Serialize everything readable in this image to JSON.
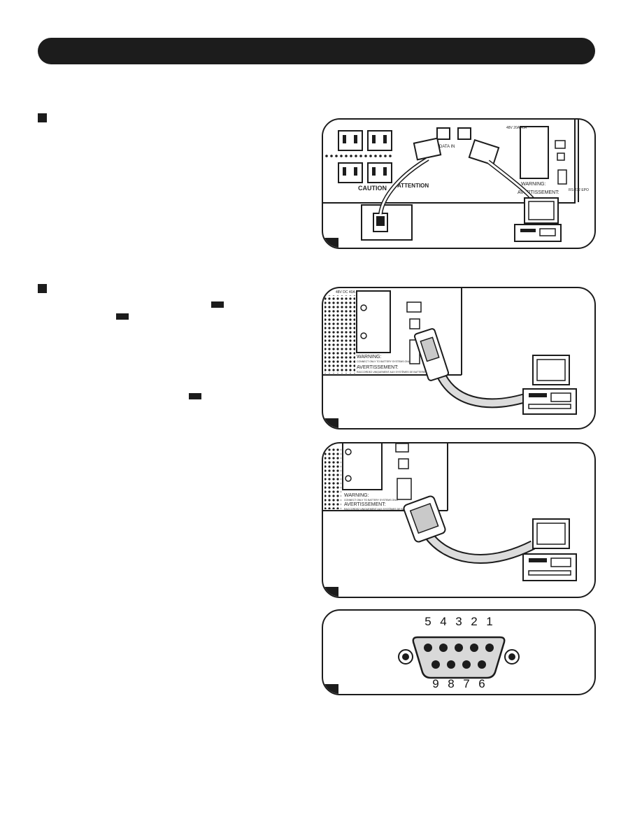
{
  "panel1": {
    "caution_label": "CAUTION",
    "attention_label": "ATTENTION",
    "data_label": "DATA IN",
    "warning_label": "WARNING:",
    "avertissement_label": "AVERTISSEMENT:",
    "model_label": "48V 20A 40A",
    "port_label": "RS-232 EPO"
  },
  "panel2": {
    "model_label": "48V DC 40A",
    "warning_label": "WARNING:",
    "avertissement_label": "AVERTISSEMENT:",
    "warning_sub": "CONNECT ONLY TO BATTERY SYSTEMS ONLY",
    "avert_sub": "RACCORDEZ UNIQUEMENT AUX SYSTÈMES DE BATTERIE"
  },
  "panel3": {
    "warning_label": "WARNING:",
    "avertissement_label": "AVERTISSEMENT:",
    "warning_sub": "CONNECT ONLY TO BATTERY SYSTEMS ONLY",
    "avert_sub": "RACCORDEZ UNIQUEMENT AUX SYSTÈMES DE BATTERIE"
  },
  "panel4": {
    "top_pins": [
      "5",
      "4",
      "3",
      "2",
      "1"
    ],
    "bottom_pins": [
      "9",
      "8",
      "7",
      "6"
    ]
  },
  "colors": {
    "ink": "#1c1c1c",
    "cable": "#dcdcdc",
    "connector": "#c9c9c9"
  }
}
